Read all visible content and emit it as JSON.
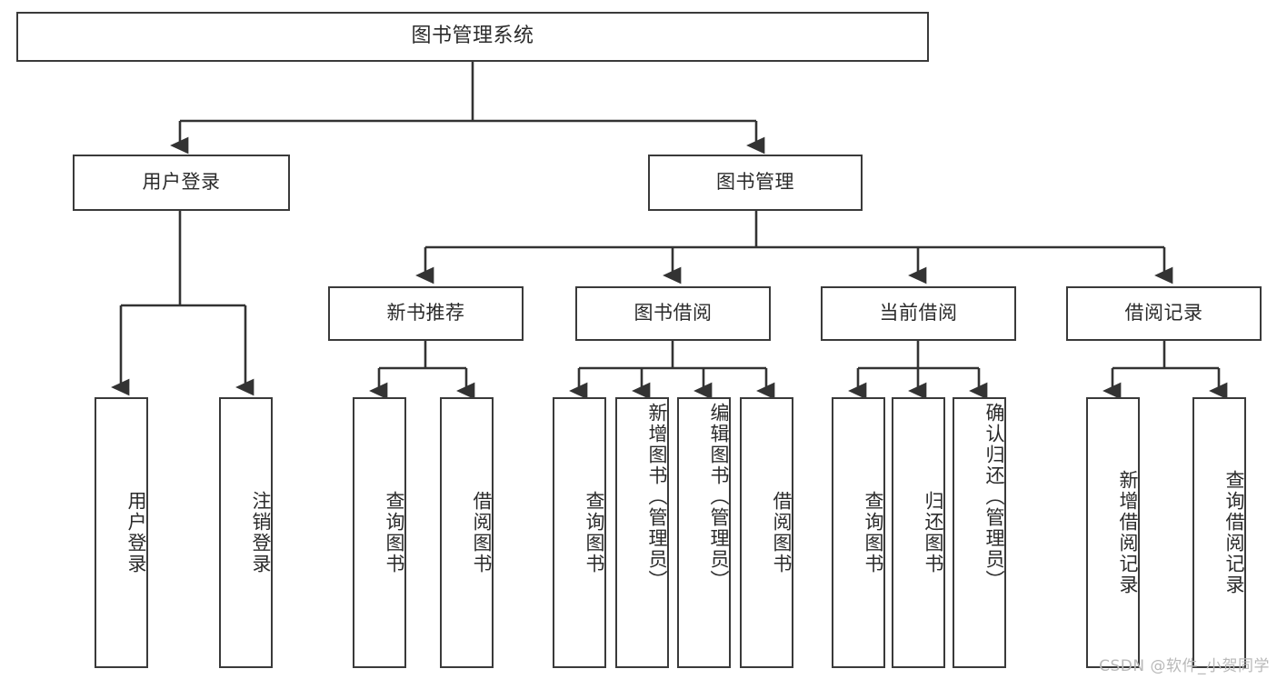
{
  "diagram": {
    "title": "图书管理系统",
    "type": "tree",
    "watermark": "CSDN @软件_小贺同学",
    "colors": {
      "box_border": "#3a3a3a",
      "box_fill": "#ffffff",
      "edge": "#333333",
      "text": "#2b2b2b",
      "watermark": "#b9b9b9"
    },
    "root": {
      "label": "图书管理系统"
    },
    "level2": [
      {
        "id": "user-login",
        "label": "用户登录"
      },
      {
        "id": "book-manage",
        "label": "图书管理"
      }
    ],
    "level3": [
      {
        "id": "new-book-recommend",
        "label": "新书推荐"
      },
      {
        "id": "book-borrow",
        "label": "图书借阅"
      },
      {
        "id": "current-borrow",
        "label": "当前借阅"
      },
      {
        "id": "borrow-record",
        "label": "借阅记录"
      }
    ],
    "leaves": {
      "user_login": [
        {
          "id": "leaf-user-login",
          "label": "用户登录"
        },
        {
          "id": "leaf-logout-login",
          "label": "注销登录"
        }
      ],
      "new_book_recommend": [
        {
          "id": "leaf-query-book-1",
          "label": "查询图书"
        },
        {
          "id": "leaf-borrow-book-1",
          "label": "借阅图书"
        }
      ],
      "book_borrow": [
        {
          "id": "leaf-query-book-2",
          "label": "查询图书"
        },
        {
          "id": "leaf-add-book",
          "label": "新增图书（管理员）"
        },
        {
          "id": "leaf-edit-book",
          "label": "编辑图书（管理员）"
        },
        {
          "id": "leaf-borrow-book-2",
          "label": "借阅图书"
        }
      ],
      "current_borrow": [
        {
          "id": "leaf-query-book-3",
          "label": "查询图书"
        },
        {
          "id": "leaf-return-book",
          "label": "归还图书"
        },
        {
          "id": "leaf-confirm-return",
          "label": "确认归还（管理员）"
        }
      ],
      "borrow_record": [
        {
          "id": "leaf-add-record",
          "label": "新增借阅记录"
        },
        {
          "id": "leaf-query-record",
          "label": "查询借阅记录"
        }
      ]
    }
  }
}
